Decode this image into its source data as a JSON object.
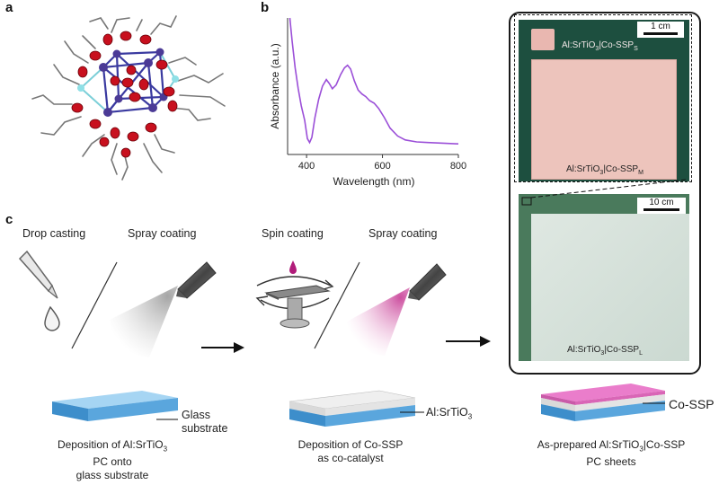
{
  "panels": {
    "a": "a",
    "b": "b",
    "c": "c"
  },
  "colors": {
    "spectrum": "#9b4fd8",
    "glass": "#67b2e4",
    "srtio3": "#e8e8e8",
    "cossp": "#e879c6",
    "photo_frame": "#1a1a1a"
  },
  "chart_data": {
    "type": "line",
    "xlabel": "Wavelength (nm)",
    "ylabel": "Absorbance (a.u.)",
    "xlim": [
      350,
      800
    ],
    "xticks": [
      "400",
      "600",
      "800"
    ],
    "series": [
      {
        "values": [
          [
            356,
            1.0
          ],
          [
            362,
            0.82
          ],
          [
            370,
            0.62
          ],
          [
            378,
            0.46
          ],
          [
            386,
            0.33
          ],
          [
            395,
            0.22
          ],
          [
            402,
            0.08
          ],
          [
            408,
            0.05
          ],
          [
            414,
            0.09
          ],
          [
            422,
            0.24
          ],
          [
            432,
            0.38
          ],
          [
            442,
            0.48
          ],
          [
            452,
            0.53
          ],
          [
            460,
            0.5
          ],
          [
            468,
            0.46
          ],
          [
            478,
            0.49
          ],
          [
            490,
            0.57
          ],
          [
            500,
            0.62
          ],
          [
            508,
            0.64
          ],
          [
            516,
            0.61
          ],
          [
            526,
            0.52
          ],
          [
            536,
            0.45
          ],
          [
            546,
            0.42
          ],
          [
            556,
            0.4
          ],
          [
            566,
            0.37
          ],
          [
            578,
            0.35
          ],
          [
            590,
            0.31
          ],
          [
            605,
            0.24
          ],
          [
            620,
            0.16
          ],
          [
            640,
            0.1
          ],
          [
            660,
            0.07
          ],
          [
            690,
            0.055
          ],
          [
            720,
            0.05
          ],
          [
            760,
            0.045
          ],
          [
            800,
            0.04
          ]
        ]
      }
    ]
  },
  "methods": {
    "step1": {
      "left": "Drop casting",
      "right": "Spray coating"
    },
    "step2": {
      "left": "Spin coating",
      "right": "Spray coating"
    }
  },
  "layers": {
    "glass": [
      "Glass",
      "substrate"
    ],
    "srtio3": [
      "Al:SrTiO",
      "3"
    ],
    "cossp": "Co-SSP"
  },
  "captions": {
    "step1": [
      "Deposition of Al:SrTiO",
      "3",
      "PC onto",
      "glass substrate"
    ],
    "step2": [
      "Deposition of Co-SSP",
      "as co-catalyst"
    ],
    "step3": [
      "As-prepared Al:SrTiO",
      "3",
      "|Co-SSP",
      "PC sheets"
    ]
  },
  "photos": {
    "scale_small": "1 cm",
    "scale_large": "10 cm",
    "label_S": [
      "Al:SrTiO",
      "3",
      "|Co-SSP",
      "S"
    ],
    "label_M": [
      "Al:SrTiO",
      "3",
      "|Co-SSP",
      "M"
    ],
    "label_L": [
      "Al:SrTiO",
      "3",
      "|Co-SSP",
      "L"
    ]
  }
}
